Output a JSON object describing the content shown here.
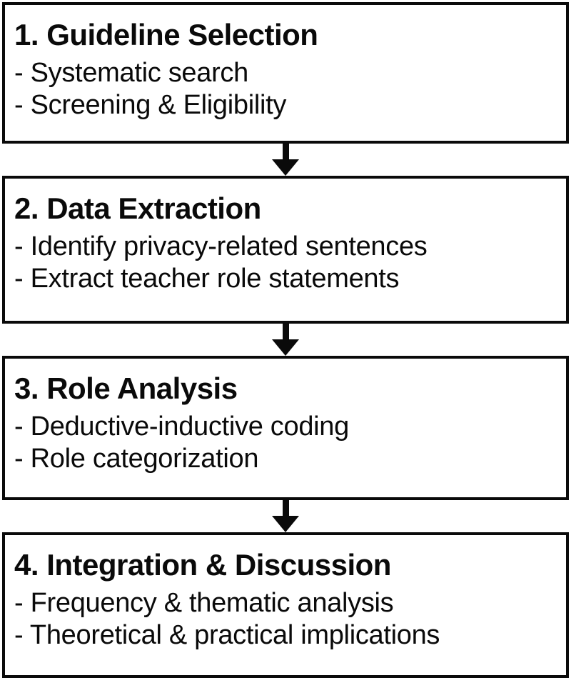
{
  "colors": {
    "ink": "#0a0a0a",
    "paper": "#ffffff"
  },
  "flowchart": {
    "steps": [
      {
        "title": "1. Guideline Selection",
        "items": [
          "- Systematic search",
          "- Screening & Eligibility"
        ]
      },
      {
        "title": "2. Data Extraction",
        "items": [
          "- Identify privacy-related sentences",
          "- Extract teacher role statements"
        ]
      },
      {
        "title": "3. Role Analysis",
        "items": [
          "- Deductive-inductive coding",
          "- Role categorization"
        ]
      },
      {
        "title": "4. Integration & Discussion",
        "items": [
          "- Frequency & thematic analysis",
          "- Theoretical & practical implications"
        ]
      }
    ]
  }
}
